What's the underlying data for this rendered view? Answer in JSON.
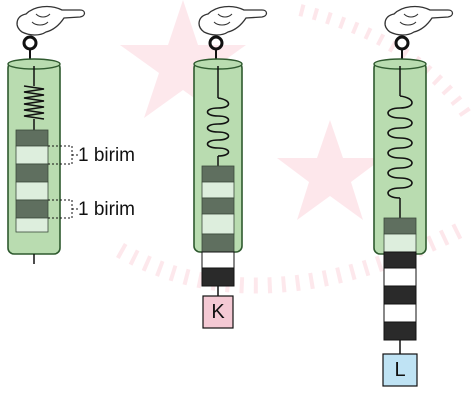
{
  "labels": {
    "unit_top": "1 birim",
    "unit_bottom": "1 birim",
    "box_k": "K",
    "box_l": "L"
  },
  "colors": {
    "tube_fill": "#b9dcb0",
    "tube_stroke": "#2f5a2f",
    "segment_light": "#ddeedd",
    "segment_dark": "#5f6f5f",
    "outside_dark": "#2a2a2a",
    "outside_light": "#ffffff",
    "box_k_fill": "#f4c9d4",
    "box_l_fill": "#bfe3f4",
    "watermark": "#f25c7a"
  },
  "icons": {
    "hand": "hand-icon",
    "star": "star-watermark-icon"
  }
}
